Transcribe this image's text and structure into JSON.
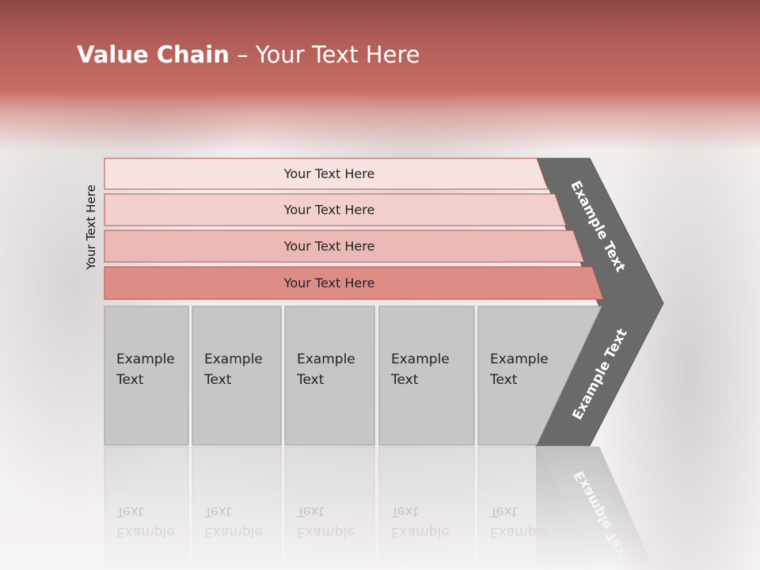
{
  "title": {
    "bold": "Value Chain",
    "rest": " – Your Text Here"
  },
  "side_label": "Your Text Here",
  "rows": [
    {
      "label": "Your Text Here",
      "color": "#f6e2e1"
    },
    {
      "label": "Your Text Here",
      "color": "#f1cfcc"
    },
    {
      "label": "Your Text Here",
      "color": "#eab9b6"
    },
    {
      "label": "Your Text Here",
      "color": "#dd8d86"
    }
  ],
  "cells": [
    {
      "line1": "Example",
      "line2": "Text"
    },
    {
      "line1": "Example",
      "line2": "Text"
    },
    {
      "line1": "Example",
      "line2": "Text"
    },
    {
      "line1": "Example",
      "line2": "Text"
    },
    {
      "line1": "Example",
      "line2": "Text"
    }
  ],
  "chevron_top_label": "Example Text",
  "chevron_bottom_label": "Example Text",
  "colors": {
    "cell": "#c6c6c6",
    "chevron": "#6a6a6a",
    "header": "#c76e66"
  }
}
